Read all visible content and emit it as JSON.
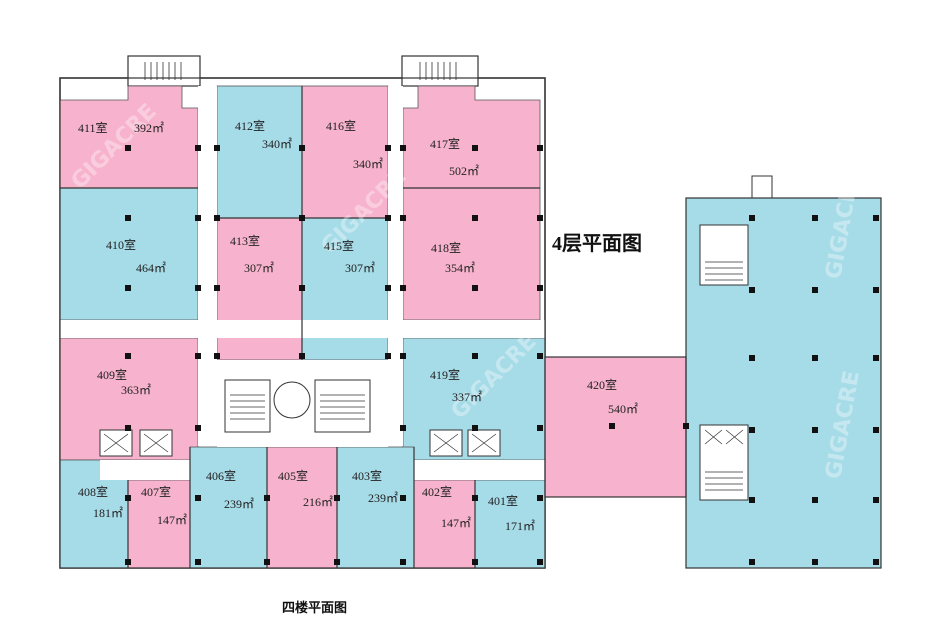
{
  "title": "4层平面图",
  "caption": "四楼平面图",
  "watermark": "GIGACRE",
  "colors": {
    "pink": "#f7b3cd",
    "blue": "#a6dbe8",
    "corridor": "#ffffff",
    "wall": "#333333",
    "column": "#111111"
  },
  "rooms": [
    {
      "id": "411",
      "label": "411室",
      "area": "392㎡",
      "color": "pink"
    },
    {
      "id": "412",
      "label": "412室",
      "area": "340㎡",
      "color": "blue"
    },
    {
      "id": "416",
      "label": "416室",
      "area": "340㎡",
      "color": "pink"
    },
    {
      "id": "417",
      "label": "417室",
      "area": "502㎡",
      "color": "pink"
    },
    {
      "id": "410",
      "label": "410室",
      "area": "464㎡",
      "color": "blue"
    },
    {
      "id": "413",
      "label": "413室",
      "area": "307㎡",
      "color": "pink"
    },
    {
      "id": "415",
      "label": "415室",
      "area": "307㎡",
      "color": "blue"
    },
    {
      "id": "418",
      "label": "418室",
      "area": "354㎡",
      "color": "pink"
    },
    {
      "id": "409",
      "label": "409室",
      "area": "363㎡",
      "color": "pink"
    },
    {
      "id": "419",
      "label": "419室",
      "area": "337㎡",
      "color": "blue"
    },
    {
      "id": "420",
      "label": "420室",
      "area": "540㎡",
      "color": "pink"
    },
    {
      "id": "408",
      "label": "408室",
      "area": "181㎡",
      "color": "blue"
    },
    {
      "id": "407",
      "label": "407室",
      "area": "147㎡",
      "color": "pink"
    },
    {
      "id": "406",
      "label": "406室",
      "area": "239㎡",
      "color": "blue"
    },
    {
      "id": "405",
      "label": "405室",
      "area": "216㎡",
      "color": "pink"
    },
    {
      "id": "403",
      "label": "403室",
      "area": "239㎡",
      "color": "blue"
    },
    {
      "id": "402",
      "label": "402室",
      "area": "147㎡",
      "color": "pink"
    },
    {
      "id": "401",
      "label": "401室",
      "area": "171㎡",
      "color": "blue"
    },
    {
      "id": "east",
      "label": "",
      "area": "",
      "color": "blue"
    }
  ]
}
